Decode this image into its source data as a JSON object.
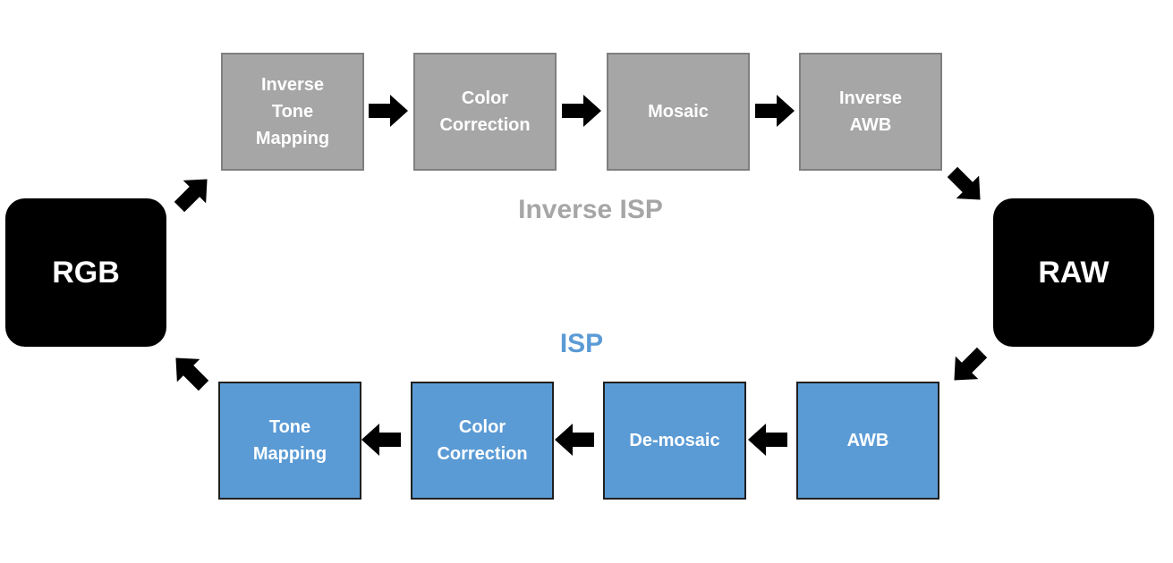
{
  "terminals": {
    "rgb": "RGB",
    "raw": "RAW"
  },
  "inverse_isp": {
    "label": "Inverse ISP",
    "color": "#a6a6a6",
    "stages": [
      "Inverse\nTone\nMapping",
      "Color\nCorrection",
      "Mosaic",
      "Inverse\nAWB"
    ]
  },
  "isp": {
    "label": "ISP",
    "color": "#5b9bd5",
    "stages": [
      "Tone\nMapping",
      "Color\nCorrection",
      "De-mosaic",
      "AWB"
    ]
  },
  "arrow_color": "#000000"
}
